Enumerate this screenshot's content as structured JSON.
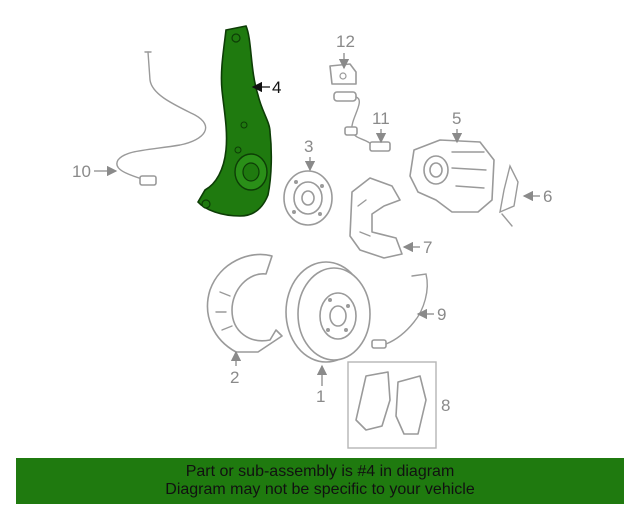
{
  "diagram": {
    "highlight_color": "#1f7a0f",
    "callouts": [
      "1",
      "2",
      "3",
      "4",
      "5",
      "6",
      "7",
      "8",
      "9",
      "10",
      "11",
      "12"
    ],
    "highlighted_callout": "4"
  },
  "banner": {
    "line1": "Part or sub-assembly is #4 in diagram",
    "line2": "Diagram may not be specific to your vehicle",
    "background": "#1f7a0f"
  }
}
